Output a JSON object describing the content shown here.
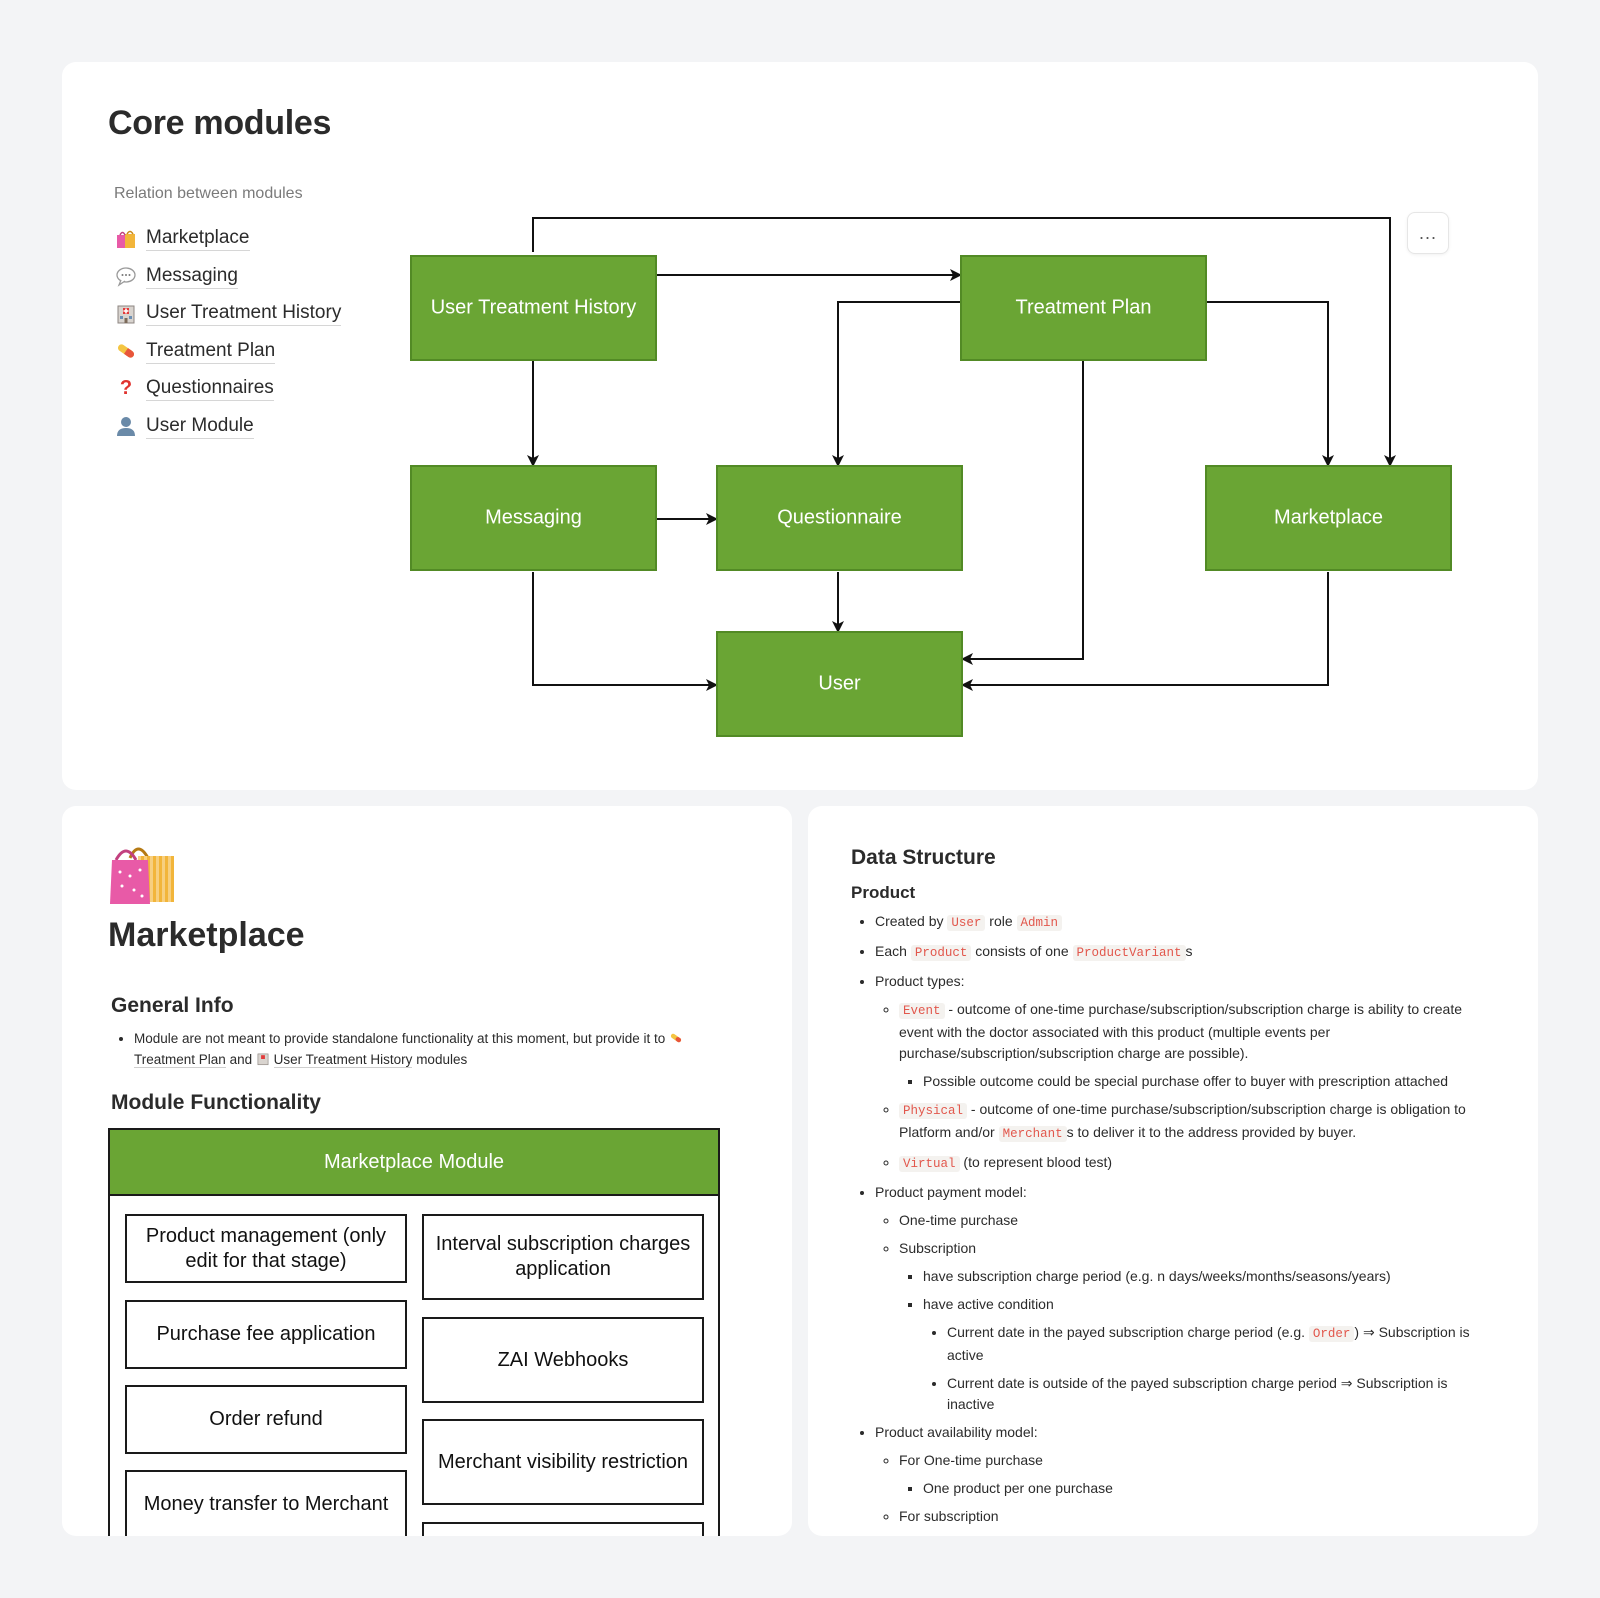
{
  "core_modules": {
    "title": "Core modules",
    "relation_label": "Relation between modules",
    "more_button": "...",
    "module_links": [
      {
        "icon": "shopping-bags-icon",
        "label": "Marketplace"
      },
      {
        "icon": "speech-balloon-icon",
        "label": "Messaging"
      },
      {
        "icon": "hospital-icon",
        "label": "User Treatment History"
      },
      {
        "icon": "pill-icon",
        "label": "Treatment Plan"
      },
      {
        "icon": "question-mark-icon",
        "label": "Questionnaires"
      },
      {
        "icon": "user-silhouette-icon",
        "label": "User Module"
      }
    ],
    "diagram": {
      "node_color": "#6aa534",
      "nodes": {
        "user_treatment_history": "User Treatment History",
        "treatment_plan": "Treatment Plan",
        "messaging": "Messaging",
        "questionnaire": "Questionnaire",
        "marketplace": "Marketplace",
        "user": "User"
      },
      "edges": [
        [
          "User Treatment History",
          "Treatment Plan"
        ],
        [
          "User Treatment History",
          "Messaging"
        ],
        [
          "User Treatment History",
          "Marketplace"
        ],
        [
          "Treatment Plan",
          "Questionnaire"
        ],
        [
          "Treatment Plan",
          "Marketplace"
        ],
        [
          "Treatment Plan",
          "User"
        ],
        [
          "Messaging",
          "Questionnaire"
        ],
        [
          "Messaging",
          "User"
        ],
        [
          "Questionnaire",
          "User"
        ],
        [
          "Marketplace",
          "User"
        ]
      ]
    }
  },
  "marketplace": {
    "icon": "shopping-bags-icon",
    "title": "Marketplace",
    "general_info_heading": "General Info",
    "general_info": {
      "text_before": "Module are not meant to provide standalone functionality at this moment, but provide it to",
      "link1": "Treatment Plan",
      "and": "and",
      "link2": "User Treatment History",
      "text_after": "modules"
    },
    "module_functionality_heading": "Module Functionality",
    "module_box_title": "Marketplace Module",
    "functions_left": [
      "Product management (only edit for that stage)",
      "Purchase fee application",
      "Order refund",
      "Money transfer to Merchant"
    ],
    "functions_right": [
      "Interval subscription charges application",
      "ZAI Webhooks",
      "Merchant visibility restriction"
    ]
  },
  "data_structure": {
    "title": "Data Structure",
    "product_heading": "Product",
    "created_by": "Created by",
    "code_user": "User",
    "role": "role",
    "code_admin": "Admin",
    "each": "Each",
    "code_product": "Product",
    "consists_of_one": "consists of one",
    "code_product_variant": "ProductVariant",
    "s": "s",
    "product_types": "Product types:",
    "code_event": "Event",
    "event_text": "- outcome of one-time purchase/subscription/subscription charge is ability to create event with the doctor associated with this product (multiple events per purchase/subscription/subscription charge are possible).",
    "event_sub": "Possible outcome could be special purchase offer to buyer with prescription attached",
    "code_physical": "Physical",
    "physical_text": "- outcome of one-time purchase/subscription/subscription charge is obligation to Platform and/or",
    "code_merchant": "Merchant",
    "physical_text2": "s to deliver it to the address provided by buyer.",
    "code_virtual": "Virtual",
    "virtual_text": "(to represent blood test)",
    "payment_model": "Product payment model:",
    "one_time": "One-time purchase",
    "subscription": "Subscription",
    "sub_period": "have subscription charge period (e.g. n days/weeks/months/seasons/years)",
    "sub_active": "have active condition",
    "active_1a": "Current date in the payed subscription charge period (e.g.",
    "code_order": "Order",
    "active_1b": ") ⇒ Subscription is active",
    "active_2": "Current date is outside of the payed subscription charge period ⇒ Subscription is inactive",
    "availability_model": "Product availability model:",
    "for_one_time": "For One-time purchase",
    "one_per_purchase": "One product per one purchase",
    "for_subscription": "For subscription"
  }
}
